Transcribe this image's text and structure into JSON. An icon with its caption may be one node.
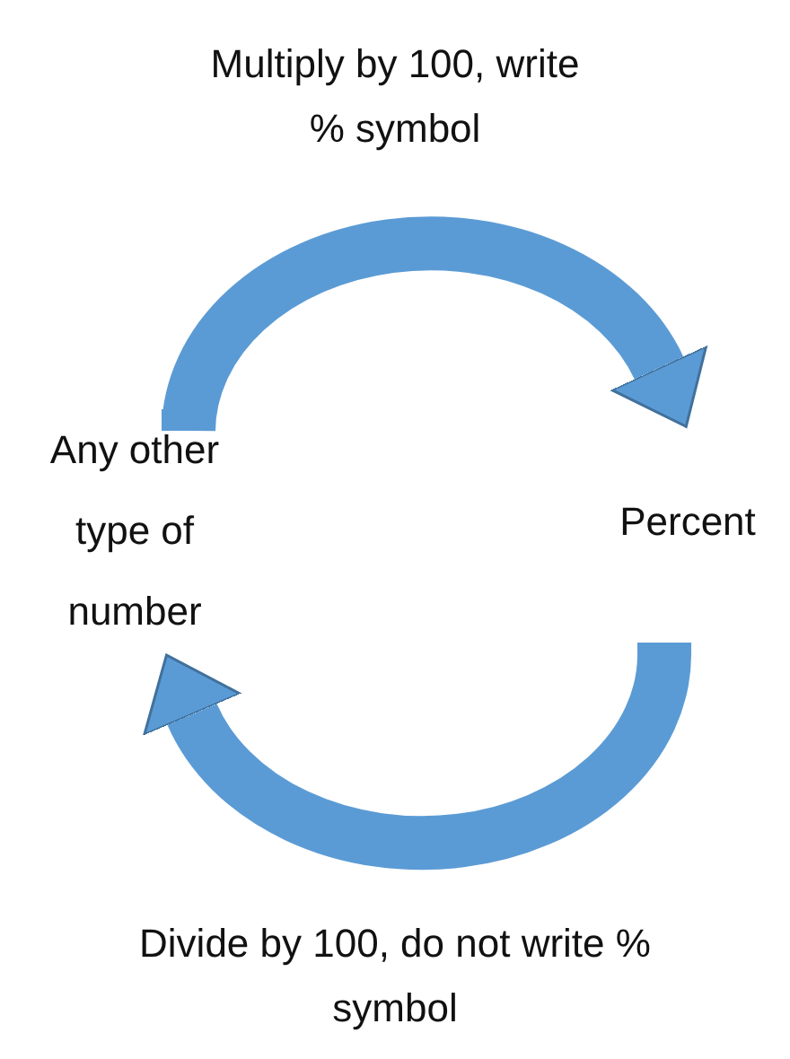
{
  "diagram": {
    "nodes": [
      {
        "text": [
          "Any other type of number"
        ]
      },
      {
        "text": [
          "Percent"
        ]
      }
    ],
    "edges": [
      {
        "from": 0,
        "to": 1,
        "arrow": "to",
        "label": "Multiply by 100, write % symbol"
      },
      {
        "from": 1,
        "to": 0,
        "arrow": "to",
        "label": "Divide by 100, do not write % symbol"
      }
    ]
  }
}
